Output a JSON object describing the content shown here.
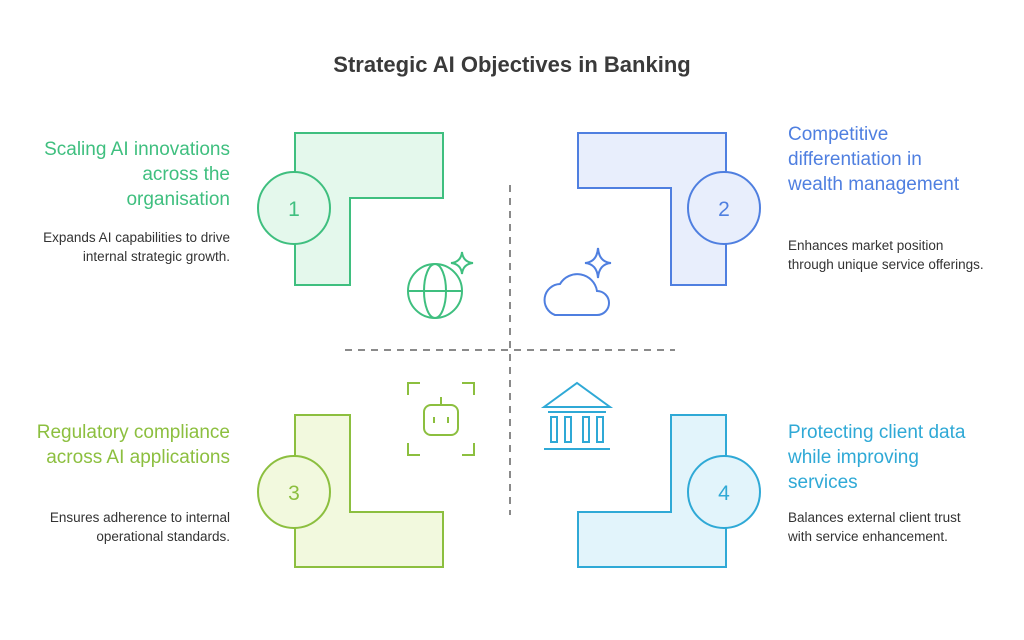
{
  "title": "Strategic AI Objectives in Banking",
  "quadrants": [
    {
      "number": "1",
      "heading": "Scaling AI innovations across the organisation",
      "description": "Expands AI capabilities to drive internal strategic growth.",
      "color": "#3fbf7f",
      "icon": "globe-sparkle-icon"
    },
    {
      "number": "2",
      "heading": "Competitive differentiation in wealth management",
      "description": "Enhances market position through unique service offerings.",
      "color": "#4f7fe0",
      "icon": "cloud-sparkle-icon"
    },
    {
      "number": "3",
      "heading": "Regulatory compliance across AI applications",
      "description": "Ensures adherence to internal operational standards.",
      "color": "#8cbf3f",
      "icon": "robot-scan-icon"
    },
    {
      "number": "4",
      "heading": "Protecting client data while improving services",
      "description": "Balances external client trust with service enhancement.",
      "color": "#2fa9d6",
      "icon": "bank-icon"
    }
  ]
}
